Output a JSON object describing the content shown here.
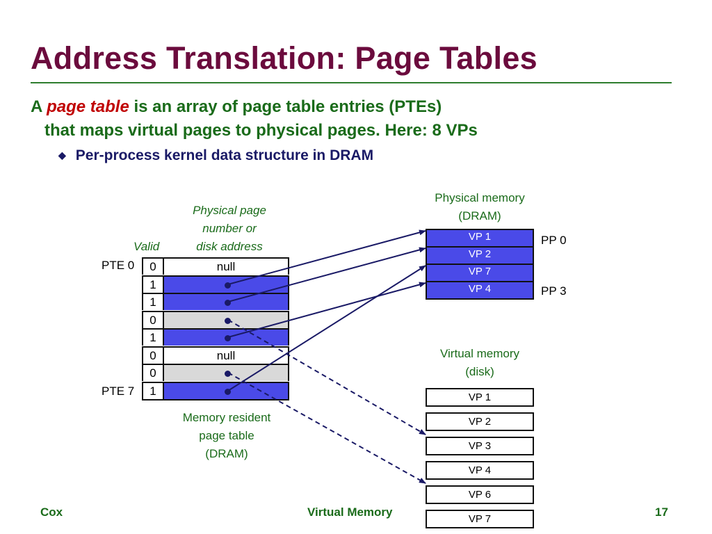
{
  "slide": {
    "title": "Address Translation: Page Tables",
    "lead_prefix": "A ",
    "lead_em": "page table",
    "lead_rest": " is an array of page table entries (PTEs)",
    "lead_line2": "that maps virtual pages to physical pages. Here: 8 VPs",
    "bullet": "Per-process kernel data structure in DRAM"
  },
  "diagram": {
    "ppn_label": [
      "Physical page",
      "number or",
      "disk address"
    ],
    "valid_label": "Valid",
    "pte_first_label": "PTE 0",
    "pte_last_label": "PTE 7",
    "page_table": [
      {
        "valid": "0",
        "content": "null",
        "state": "null"
      },
      {
        "valid": "1",
        "content": "",
        "state": "resident"
      },
      {
        "valid": "1",
        "content": "",
        "state": "resident"
      },
      {
        "valid": "0",
        "content": "",
        "state": "disk"
      },
      {
        "valid": "1",
        "content": "",
        "state": "resident"
      },
      {
        "valid": "0",
        "content": "null",
        "state": "null"
      },
      {
        "valid": "0",
        "content": "",
        "state": "disk"
      },
      {
        "valid": "1",
        "content": "",
        "state": "resident"
      }
    ],
    "pt_caption": [
      "Memory resident",
      "page table",
      "(DRAM)"
    ],
    "pm_label": [
      "Physical memory",
      "(DRAM)"
    ],
    "physical_memory": [
      "VP 1",
      "VP 2",
      "VP 7",
      "VP 4"
    ],
    "pp_first_label": "PP 0",
    "pp_last_label": "PP 3",
    "vm_label": [
      "Virtual memory",
      "(disk)"
    ],
    "disk": [
      "VP 1",
      "VP 2",
      "VP 3",
      "VP 4",
      "VP 6",
      "VP 7"
    ],
    "mappings": [
      {
        "pte": 1,
        "pp": 0,
        "kind": "solid"
      },
      {
        "pte": 2,
        "pp": 1,
        "kind": "solid"
      },
      {
        "pte": 4,
        "pp": 3,
        "kind": "solid"
      },
      {
        "pte": 7,
        "pp": 2,
        "kind": "solid"
      },
      {
        "pte": 3,
        "disk": 2,
        "kind": "dashed"
      },
      {
        "pte": 6,
        "disk": 4,
        "kind": "dashed"
      }
    ],
    "colors": {
      "resident": "#4a4ae8",
      "disk_entry": "#d9d9d9",
      "arrow": "#1a1a66"
    }
  },
  "footer": {
    "left": "Cox",
    "center": "Virtual Memory",
    "right": "17"
  }
}
